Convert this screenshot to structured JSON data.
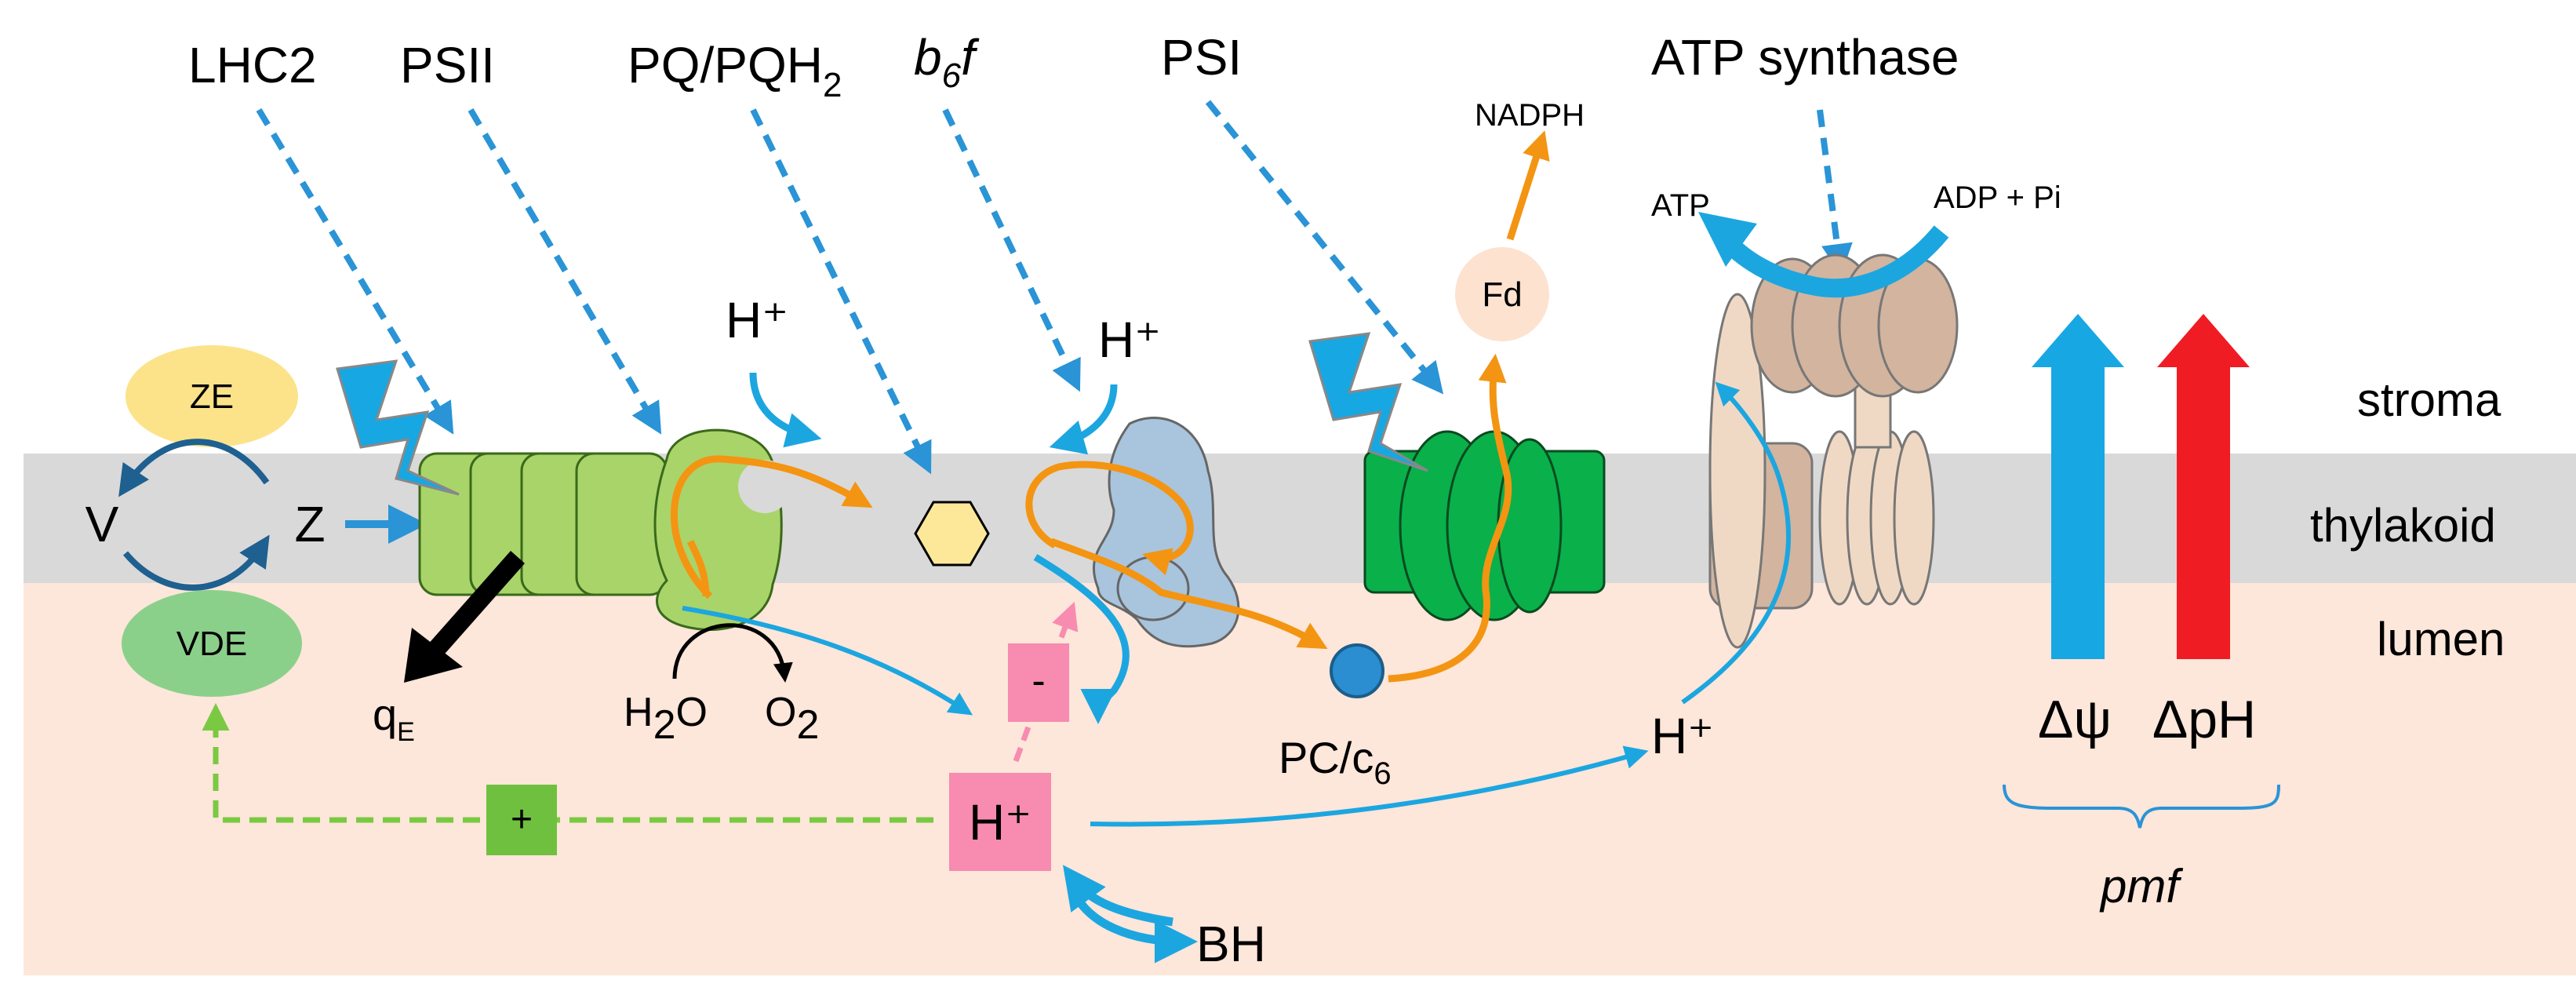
{
  "colors": {
    "stroma_bg": "#ffffff",
    "membrane": "#d9d9d9",
    "lumen": "#fde6da",
    "blue_arrow": "#1ca6e0",
    "dashed_blue": "#2a94d6",
    "orange": "#f39512",
    "psii_green": "#a9d46a",
    "psi_green": "#0ab04a",
    "b6f_blue": "#a9c4dd",
    "atp_tan": "#d2b49f",
    "atp_light": "#f0d9c4",
    "pink": "#f78bb0",
    "plus_green": "#70c040",
    "ze_yellow": "#fce38a",
    "vde_green": "#8bd08a",
    "pc_blue": "#2a8ed0",
    "fd_peach": "#fde2d0",
    "dpH_red": "#f01c24",
    "dpsi_blue": "#17a7e3"
  },
  "labels": {
    "lhc2": "LHC2",
    "psii": "PSII",
    "pq_main": "PQ/PQH",
    "pq_sub": "2",
    "b6f_b": "b",
    "b6f_6": "6",
    "b6f_f": "f",
    "psi": "PSI",
    "nadph": "NADPH",
    "atp_synthase": "ATP synthase",
    "atp": "ATP",
    "adp_pi": "ADP + Pi",
    "fd": "Fd",
    "hplus": "H⁺",
    "ze": "ZE",
    "vde": "VDE",
    "v": "V",
    "z": "Z",
    "qe_main": "q",
    "qe_sub": "E",
    "h2o_h": "H",
    "h2o_2": "2",
    "h2o_o": "O",
    "o2_o": "O",
    "o2_2": "2",
    "pc_main": "PC/c",
    "pc_sub": "6",
    "minus": "-",
    "plus": "+",
    "bh": "BH",
    "stroma": "stroma",
    "thylakoid": "thylakoid",
    "lumen": "lumen",
    "dpsi": "Δψ",
    "dpH": "ΔpH",
    "pmf": "pmf"
  }
}
